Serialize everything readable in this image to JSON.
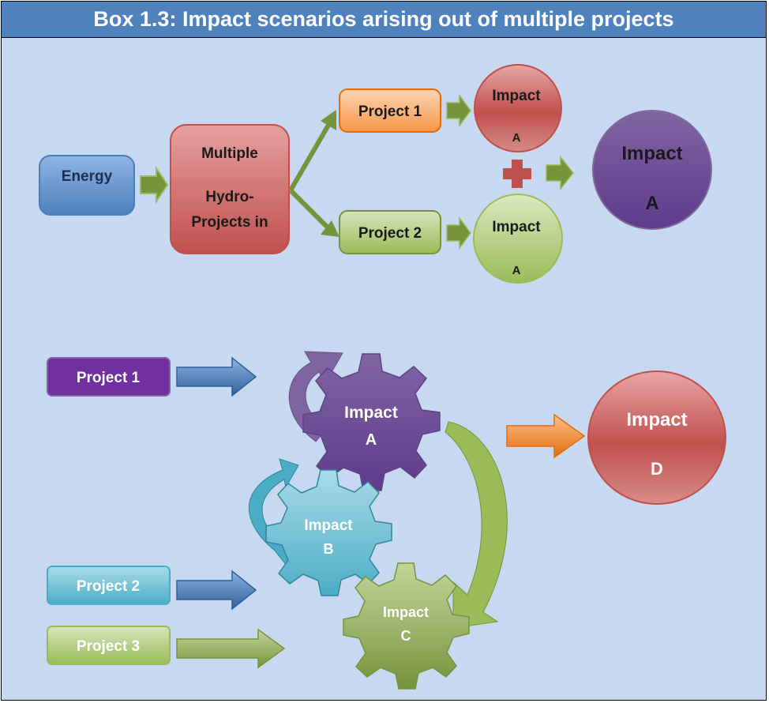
{
  "title": "Box 1.3: Impact scenarios arising out of multiple projects",
  "diagram1": {
    "energy": "Energy",
    "multiple": [
      "Multiple",
      "Hydro-",
      "Projects in"
    ],
    "project1": "Project 1",
    "project2": "Project 2",
    "impact_a1": [
      "Impact",
      "A"
    ],
    "impact_a2": [
      "Impact",
      "A"
    ],
    "impact_result": [
      "Impact",
      "A"
    ]
  },
  "diagram2": {
    "project1": "Project 1",
    "project2": "Project 2",
    "project3": "Project 3",
    "gear_a": [
      "Impact",
      "A"
    ],
    "gear_b": [
      "Impact",
      "B"
    ],
    "gear_c": [
      "Impact",
      "C"
    ],
    "impact_d": [
      "Impact",
      "D"
    ]
  }
}
